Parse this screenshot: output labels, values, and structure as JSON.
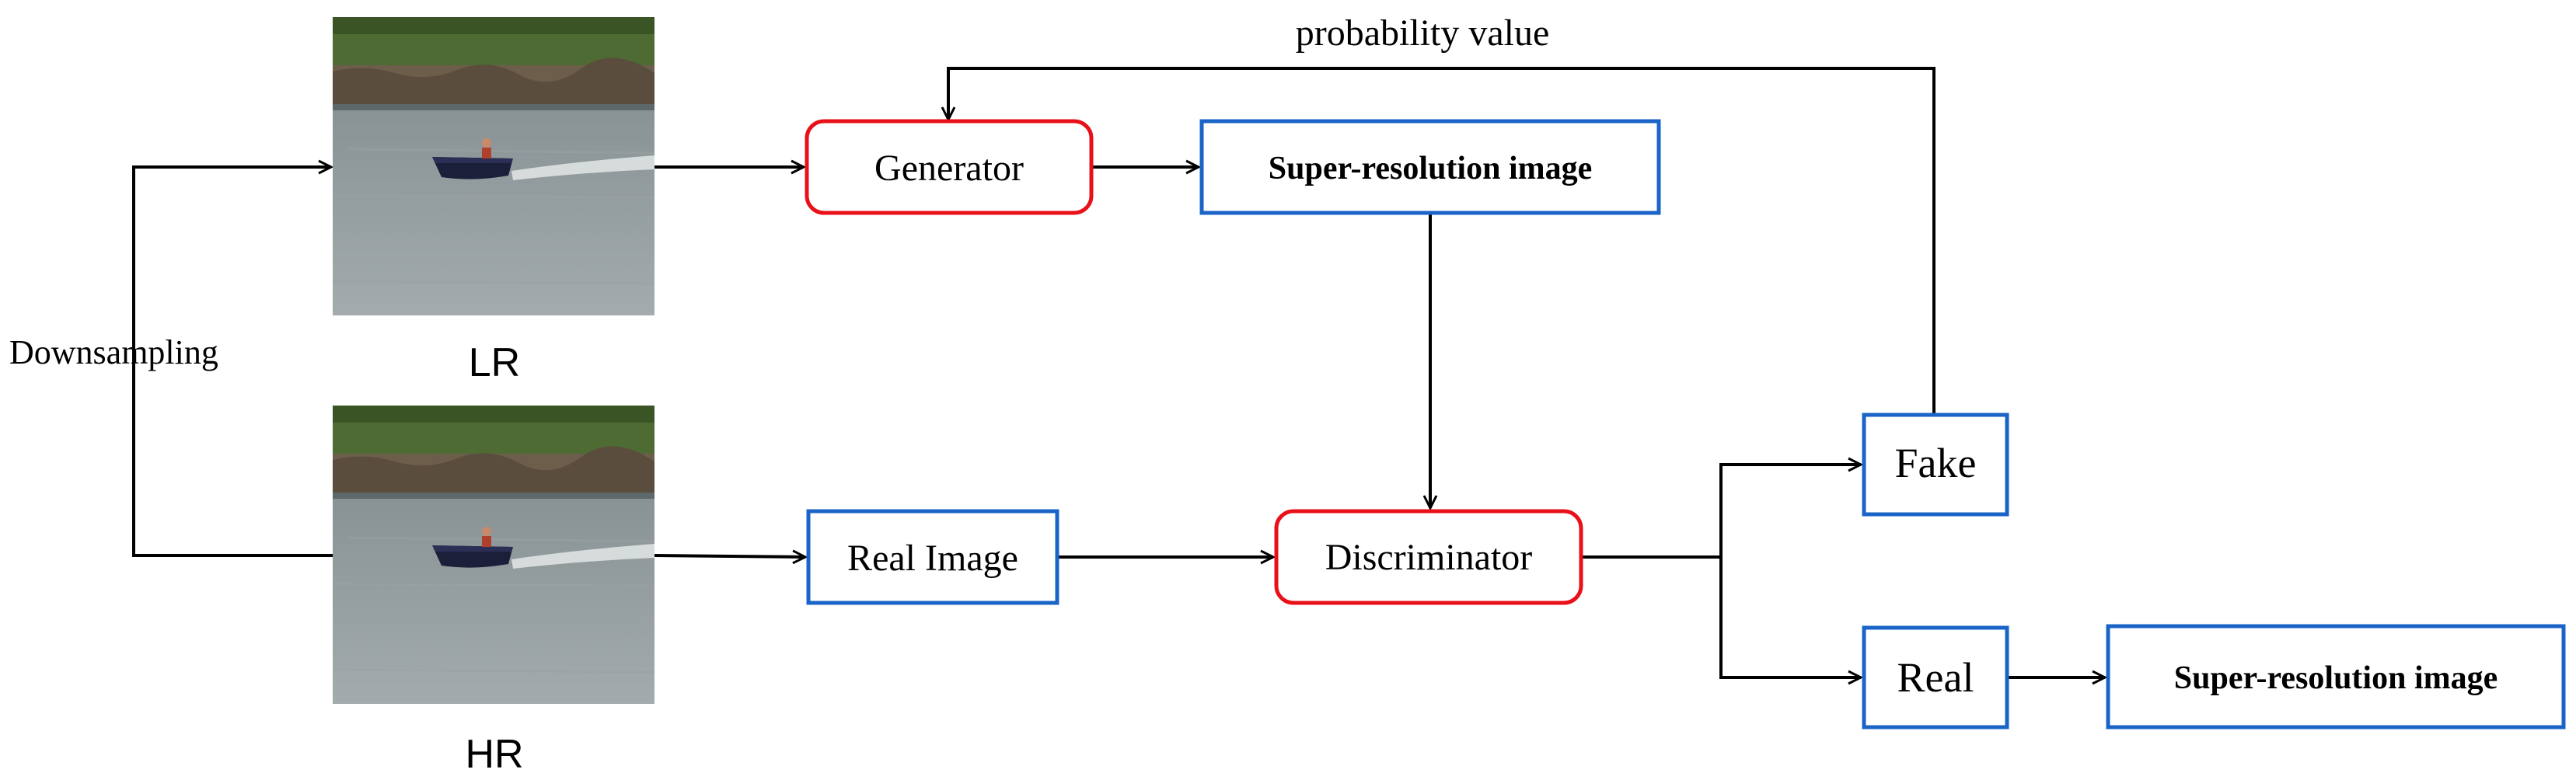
{
  "labels": {
    "probability_value": "probability value",
    "downsampling": "Downsampling",
    "lr": "LR",
    "hr": "HR"
  },
  "nodes": {
    "generator": "Generator",
    "super_resolution_top": "Super-resolution image",
    "real_image": "Real Image",
    "discriminator": "Discriminator",
    "fake": "Fake",
    "real": "Real",
    "super_resolution_bottom": "Super-resolution image"
  },
  "colors": {
    "red_box": "#e8111a",
    "blue_box": "#1a64c8",
    "line": "#000000",
    "water": "#8e9799",
    "grass": "#4f6b34",
    "rocks": "#6d5e4c",
    "boat": "#1c1f3a"
  },
  "icons": {
    "lr_image": "speedboat-photo-low-resolution",
    "hr_image": "speedboat-photo-high-resolution"
  }
}
